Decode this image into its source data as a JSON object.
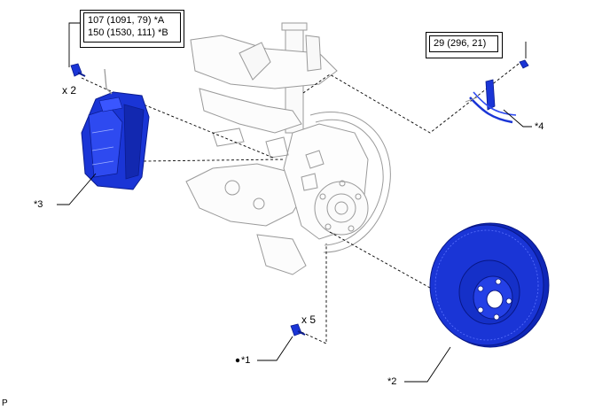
{
  "torque_caliper": {
    "line_a": "107 (1091, 79) *A",
    "line_b": "150 (1530, 111) *B"
  },
  "torque_bracket": {
    "value": "29 (296, 21)"
  },
  "callouts": {
    "caliper_qty": "x 2",
    "screw_qty": "x 5",
    "ref1": "*1",
    "ref2": "*2",
    "ref3": "*3",
    "ref4": "*4",
    "corner_code": "P"
  },
  "colors": {
    "part_blue": "#1a35d6",
    "part_blue_dark": "#0b1c8f",
    "line_art": "#9a9a9a",
    "leader": "#000000"
  }
}
